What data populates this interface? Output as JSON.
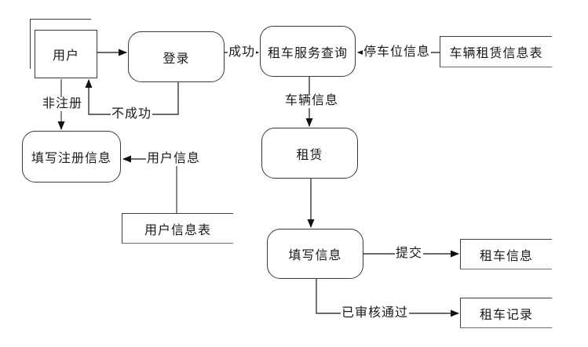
{
  "diagram": {
    "type": "data-flow-diagram",
    "background_color": "#ffffff",
    "line_color": "#3a3a3a",
    "nodes": {
      "user": {
        "label": "用户",
        "shape": "external-entity-stacked"
      },
      "login": {
        "label": "登录",
        "shape": "rounded-process"
      },
      "rental_service_query": {
        "label": "租车服务查询",
        "shape": "rounded-process"
      },
      "vehicle_rental_table": {
        "label": "车辆租赁信息表",
        "shape": "data-store-open-right"
      },
      "fill_registration": {
        "label": "填写注册信息",
        "shape": "rounded-process"
      },
      "user_info_table": {
        "label": "用户信息表",
        "shape": "data-store-open-right"
      },
      "rent": {
        "label": "租赁",
        "shape": "rounded-process"
      },
      "fill_info": {
        "label": "填写信息",
        "shape": "rounded-process"
      },
      "rental_car_info": {
        "label": "租车信息",
        "shape": "data-store-open-right"
      },
      "rental_car_record": {
        "label": "租车记录",
        "shape": "data-store-open-right"
      }
    },
    "edge_labels": {
      "success": "成功",
      "not_success": "不成功",
      "not_registered": "非注册",
      "parking_info": "停车位信息",
      "vehicle_info": "车辆信息",
      "user_info": "用户信息",
      "submit": "提交",
      "approved": "已审核通过"
    }
  }
}
